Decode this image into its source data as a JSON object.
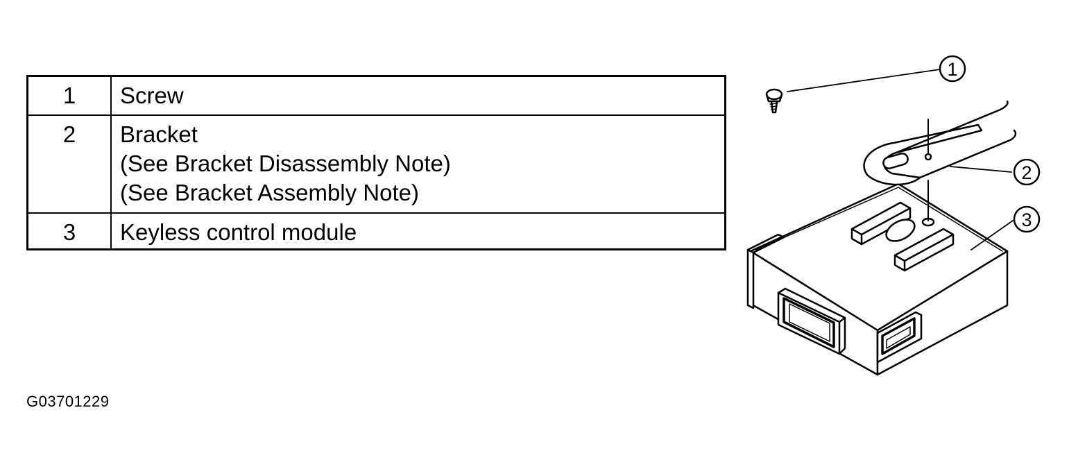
{
  "legend": {
    "rows": [
      {
        "number": "1",
        "lines": [
          "Screw"
        ]
      },
      {
        "number": "2",
        "lines": [
          "Bracket",
          "(See Bracket Disassembly Note)",
          "(See Bracket Assembly Note)"
        ]
      },
      {
        "number": "3",
        "lines": [
          "Keyless control module"
        ]
      }
    ]
  },
  "diagram": {
    "callouts": [
      "1",
      "2",
      "3"
    ],
    "parts": [
      "screw",
      "bracket",
      "keyless-control-module"
    ]
  },
  "figure_id": "G03701229"
}
